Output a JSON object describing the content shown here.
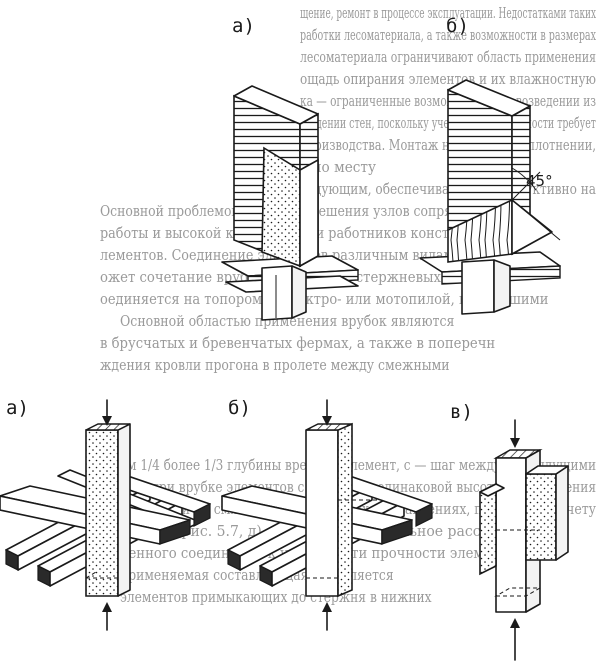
{
  "labels": {
    "top_a": "а)",
    "top_b": "б)",
    "angle": "45°",
    "bottom_a": "а)",
    "bottom_b": "б)",
    "bottom_v": "в)"
  },
  "background_text": [
    "щение, ремонт в процессе эксплуатации. Недостатками таких",
    "работки лесоматериала, а также возможности в размерах",
    "лесоматериала ограничивают область применения",
    "ощадь опирания элементов и их влажностную",
    "ка — ограниченные возможности при возведении из",
    "зведении стен, поскольку учет сосредоточенности требует",
    "производства. Монтаж нуждается в уплотнении,",
    "а по месту",
    "ведующим, обеспечивается конструктивно на",
    "Основной проблемой являются решения узлов сопряжения",
    "работы и высокой квалификации работников конструкций на",
    "лементов. Соединение элементов различным видам связей",
    "ожет сочетание врубки, стальных и стержневых, веса",
    "оединяется на топором, а электро- или мотопилой, ценнейшими",
    "Основной областью применения врубок являются",
    "в брусчатых и бревенчатых фермах, а также в поперечн",
    "ждения кровли прогона в пролете между смежными",
    "ем 1/4 более 1/3 глубины врезки в элемент, с — шаг между предыдущими",
    "0,5h при врубке элементов с настилом, одинаковой высоты при значения",
    "прочности на смятие в диагональных направлениях, подлежит расчету",
    "врубки (рис. 5.7, д), кроме того предельное расстояние от",
    "ренного соединения к узле в части прочности элемент",
    "применяемая составляющая ослабляется",
    "элементов примыкающих до стержня в нижних"
  ]
}
